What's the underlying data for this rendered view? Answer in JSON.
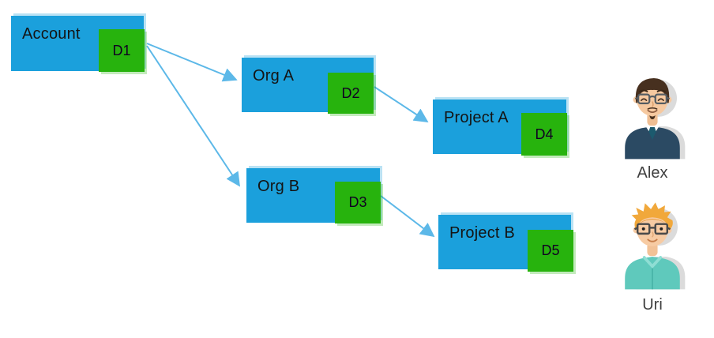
{
  "palette": {
    "node_blue": "#1BA0DC",
    "badge_green": "#27B30D",
    "arrow_blue": "#5CB8E8",
    "node_text": "#141414",
    "name_text": "#3F3F3F"
  },
  "nodes": {
    "account": {
      "label": "Account",
      "badge": "D1"
    },
    "org_a": {
      "label": "Org A",
      "badge": "D2"
    },
    "org_b": {
      "label": "Org B",
      "badge": "D3"
    },
    "project_a": {
      "label": "Project A",
      "badge": "D4"
    },
    "project_b": {
      "label": "Project B",
      "badge": "D5"
    }
  },
  "edges": [
    {
      "from": "Account",
      "to": "Org A"
    },
    {
      "from": "Account",
      "to": "Org B"
    },
    {
      "from": "Org A",
      "to": "Project A"
    },
    {
      "from": "Org B",
      "to": "Project B"
    }
  ],
  "users": [
    {
      "name": "Alex"
    },
    {
      "name": "Uri"
    }
  ]
}
